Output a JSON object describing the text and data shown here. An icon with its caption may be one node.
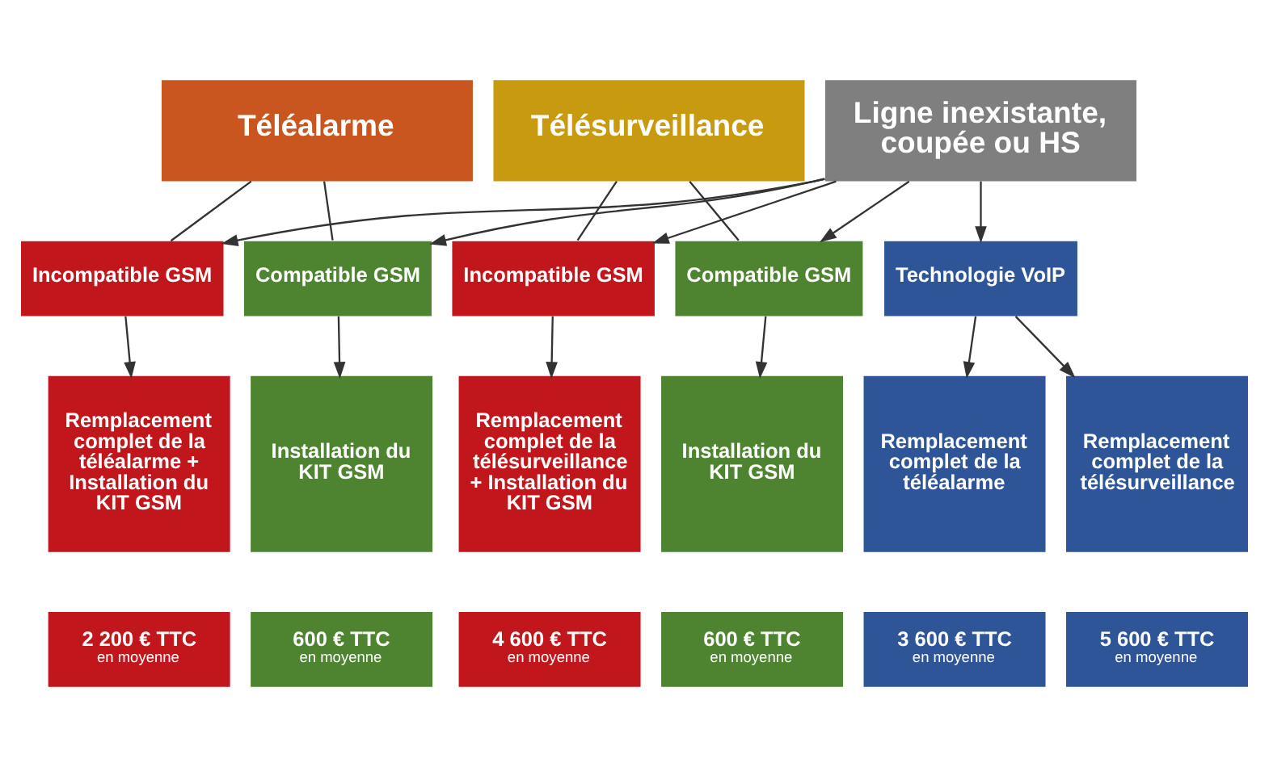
{
  "diagram": {
    "nodes": [
      {
        "text": [
          "Téléalarme"
        ]
      },
      {
        "text": [
          "Télésurveillance"
        ]
      },
      {
        "text": [
          "Ligne inexistante, coupée ou HS"
        ]
      },
      {
        "text": [
          "Incompatible GSM"
        ]
      },
      {
        "text": [
          "Compatible GSM"
        ]
      },
      {
        "text": [
          "Incompatible GSM"
        ]
      },
      {
        "text": [
          "Compatible GSM"
        ]
      },
      {
        "text": [
          "Technologie VoIP"
        ]
      },
      {
        "text": [
          "Remplacement complet de la téléalarme + Installation du KIT GSM"
        ]
      },
      {
        "text": [
          "Installation du KIT GSM"
        ]
      },
      {
        "text": [
          "Remplacement complet de la télésurveillance + Installation du KIT GSM"
        ]
      },
      {
        "text": [
          "Installation du KIT GSM"
        ]
      },
      {
        "text": [
          "Remplacement complet de la téléalarme"
        ]
      },
      {
        "text": [
          "Remplacement complet de la télésurveillance"
        ]
      },
      {
        "text": [
          "2 200 € TTC",
          "en moyenne"
        ]
      },
      {
        "text": [
          "600 € TTC",
          "en moyenne"
        ]
      },
      {
        "text": [
          "4 600 € TTC",
          "en moyenne"
        ]
      },
      {
        "text": [
          "600 € TTC",
          "en moyenne"
        ]
      },
      {
        "text": [
          "3 600 € TTC",
          "en moyenne"
        ]
      },
      {
        "text": [
          "5 600 € TTC",
          "en moyenne"
        ]
      }
    ],
    "edges": [
      {
        "from": 0,
        "to": 3,
        "arrow": "none"
      },
      {
        "from": 0,
        "to": 4,
        "arrow": "none"
      },
      {
        "from": 1,
        "to": 5,
        "arrow": "none"
      },
      {
        "from": 1,
        "to": 6,
        "arrow": "none"
      },
      {
        "from": 2,
        "to": 7,
        "arrow": "to"
      },
      {
        "from": 2,
        "to": 3,
        "arrow": "to"
      },
      {
        "from": 2,
        "to": 4,
        "arrow": "to"
      },
      {
        "from": 2,
        "to": 5,
        "arrow": "to"
      },
      {
        "from": 2,
        "to": 6,
        "arrow": "to"
      },
      {
        "from": 3,
        "to": 8,
        "arrow": "to"
      },
      {
        "from": 4,
        "to": 9,
        "arrow": "to"
      },
      {
        "from": 5,
        "to": 10,
        "arrow": "to"
      },
      {
        "from": 6,
        "to": 11,
        "arrow": "to"
      },
      {
        "from": 7,
        "to": 12,
        "arrow": "to"
      },
      {
        "from": 7,
        "to": 13,
        "arrow": "to"
      }
    ]
  }
}
